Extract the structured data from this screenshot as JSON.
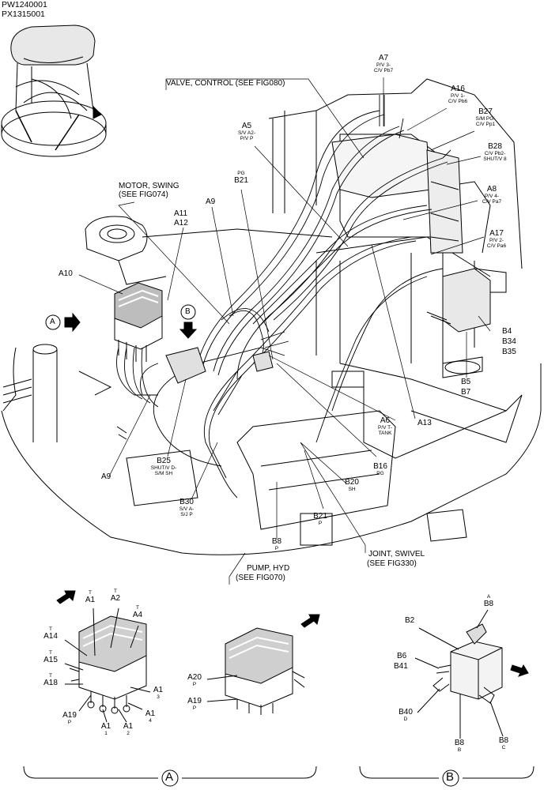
{
  "header": {
    "codes": [
      "PW1240001",
      "PX1315001"
    ]
  },
  "references": {
    "valve_control": "VALVE, CONTROL (SEE FIG080)",
    "motor_swing_1": "MOTOR, SWING",
    "motor_swing_2": "(SEE FIG074)",
    "pump_hyd_1": "PUMP, HYD",
    "pump_hyd_2": "(SEE FIG070)",
    "joint_swivel_1": "JOINT, SWIVEL",
    "joint_swivel_2": "(SEE FIG330)"
  },
  "labels": {
    "A7": "A7",
    "A7_sub1": "P/V 3-",
    "A7_sub2": "C/V Pb7",
    "A16": "A16",
    "A16_sub1": "P/V 1-",
    "A16_sub2": "C/V Pb6",
    "B27": "B27",
    "B27_sub1": "S/M PG-",
    "B27_sub2": "C/V Pp1",
    "B28": "B28",
    "B28_sub1": "C/V Pb2-",
    "B28_sub2": "SHUT/V 8",
    "A8": "A8",
    "A8_sub1": "P/V 4-",
    "A8_sub2": "C/V Pa7",
    "A17": "A17",
    "A17_sub1": "P/V 2-",
    "A17_sub2": "C/V Pa6",
    "A5": "A5",
    "A5_sub1": "S/V A2-",
    "A5_sub2": "P/V P",
    "PG_top": "PG",
    "B21_top": "B21",
    "A11": "A11",
    "A12": "A12",
    "A9_top": "A9",
    "A10": "A10",
    "B4": "B4",
    "B34": "B34",
    "B35": "B35",
    "B5": "B5",
    "B7": "B7",
    "A6": "A6",
    "A6_sub1": "P/V T-",
    "A6_sub2": "TANK",
    "A13": "A13",
    "B16": "B16",
    "B16_sub": "PG",
    "B20": "B20",
    "B20_sub": "SH",
    "B21_bot": "B21",
    "B21_bot_sub": "P",
    "B8_main": "B8",
    "B8_main_sub": "P",
    "B25": "B25",
    "B25_sub1": "SHUT/V D-",
    "B25_sub2": "S/M SH",
    "B30": "B30",
    "B30_sub1": "S/V A-",
    "B30_sub2": "S/J P",
    "A9_bot": "A9",
    "callout_A": "A",
    "callout_B": "B",
    "dA_A1": "A1",
    "dA_A1_sup": "T",
    "dA_A2": "A2",
    "dA_A2_sup": "T",
    "dA_A4": "A4",
    "dA_A4_sup": "T",
    "dA_A14": "A14",
    "dA_A14_sup": "T",
    "dA_A15": "A15",
    "dA_A15_sup": "T",
    "dA_A18": "A18",
    "dA_A18_sup": "T",
    "dA_A1r": "A1",
    "dA_A1r_sub": "3",
    "dA_A19": "A19",
    "dA_A19_sub": "P",
    "dA_A1a": "A1",
    "dA_A1a_sub": "1",
    "dA_A1b": "A1",
    "dA_A1b_sub": "2",
    "dA_A1c": "A1",
    "dA_A1c_sub": "4",
    "dA2_A20": "A20",
    "dA2_A20_sub": "P",
    "dA2_A19": "A19",
    "dA2_A19_sub": "P",
    "dB_B8top": "B8",
    "dB_B8top_sup": "A",
    "dB_B2": "B2",
    "dB_B6": "B6",
    "dB_B41": "B41",
    "dB_B40": "B40",
    "dB_B40_sub": "D",
    "dB_B8b": "B8",
    "dB_B8b_sub": "B",
    "dB_B8c": "B8",
    "dB_B8c_sub": "C"
  },
  "views": {
    "A": "A",
    "B": "B"
  }
}
